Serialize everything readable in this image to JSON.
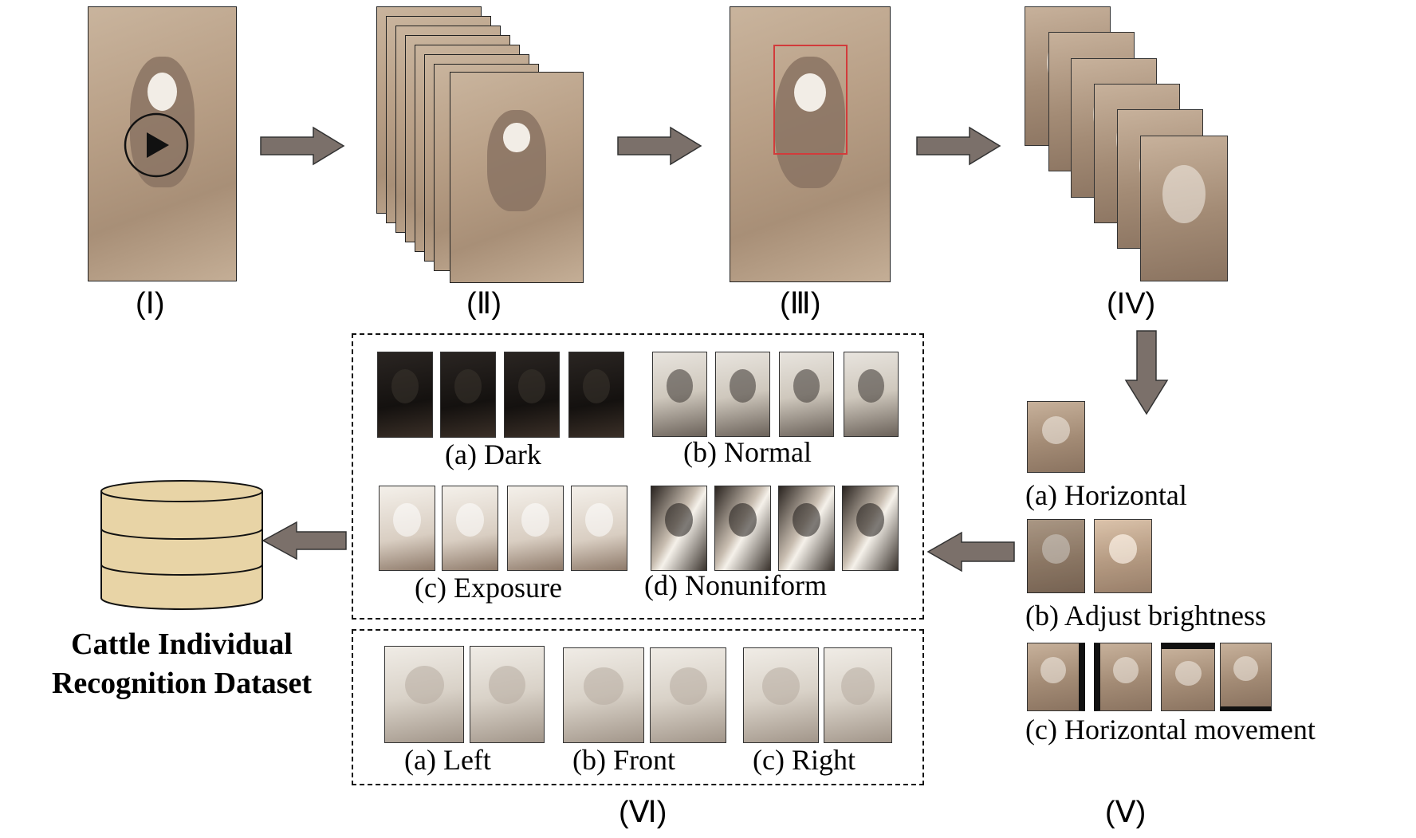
{
  "steps": {
    "s1": "(Ⅰ)",
    "s2": "(Ⅱ)",
    "s3": "(Ⅲ)",
    "s4": "(IV)",
    "s5": "(Ⅴ)",
    "s6": "(Ⅵ)"
  },
  "augmentation": {
    "horizontal": "(a) Horizontal",
    "brightness": "(b) Adjust brightness",
    "movement": "(c) Horizontal movement"
  },
  "lighting": {
    "dark": "(a) Dark",
    "normal": "(b) Normal",
    "exposure": "(c) Exposure",
    "nonuniform": "(d) Nonuniform"
  },
  "views": {
    "left": "(a) Left",
    "front": "(b) Front",
    "right": "(c) Right"
  },
  "dataset": {
    "line1": "Cattle Individual",
    "line2": "Recognition Dataset"
  },
  "colors": {
    "arrow_fill": "#7b706a",
    "bbox_red": "#d23b3b",
    "db_fill": "#e8d4a6"
  },
  "icons": {
    "play": "play-icon",
    "database": "database-icon"
  }
}
